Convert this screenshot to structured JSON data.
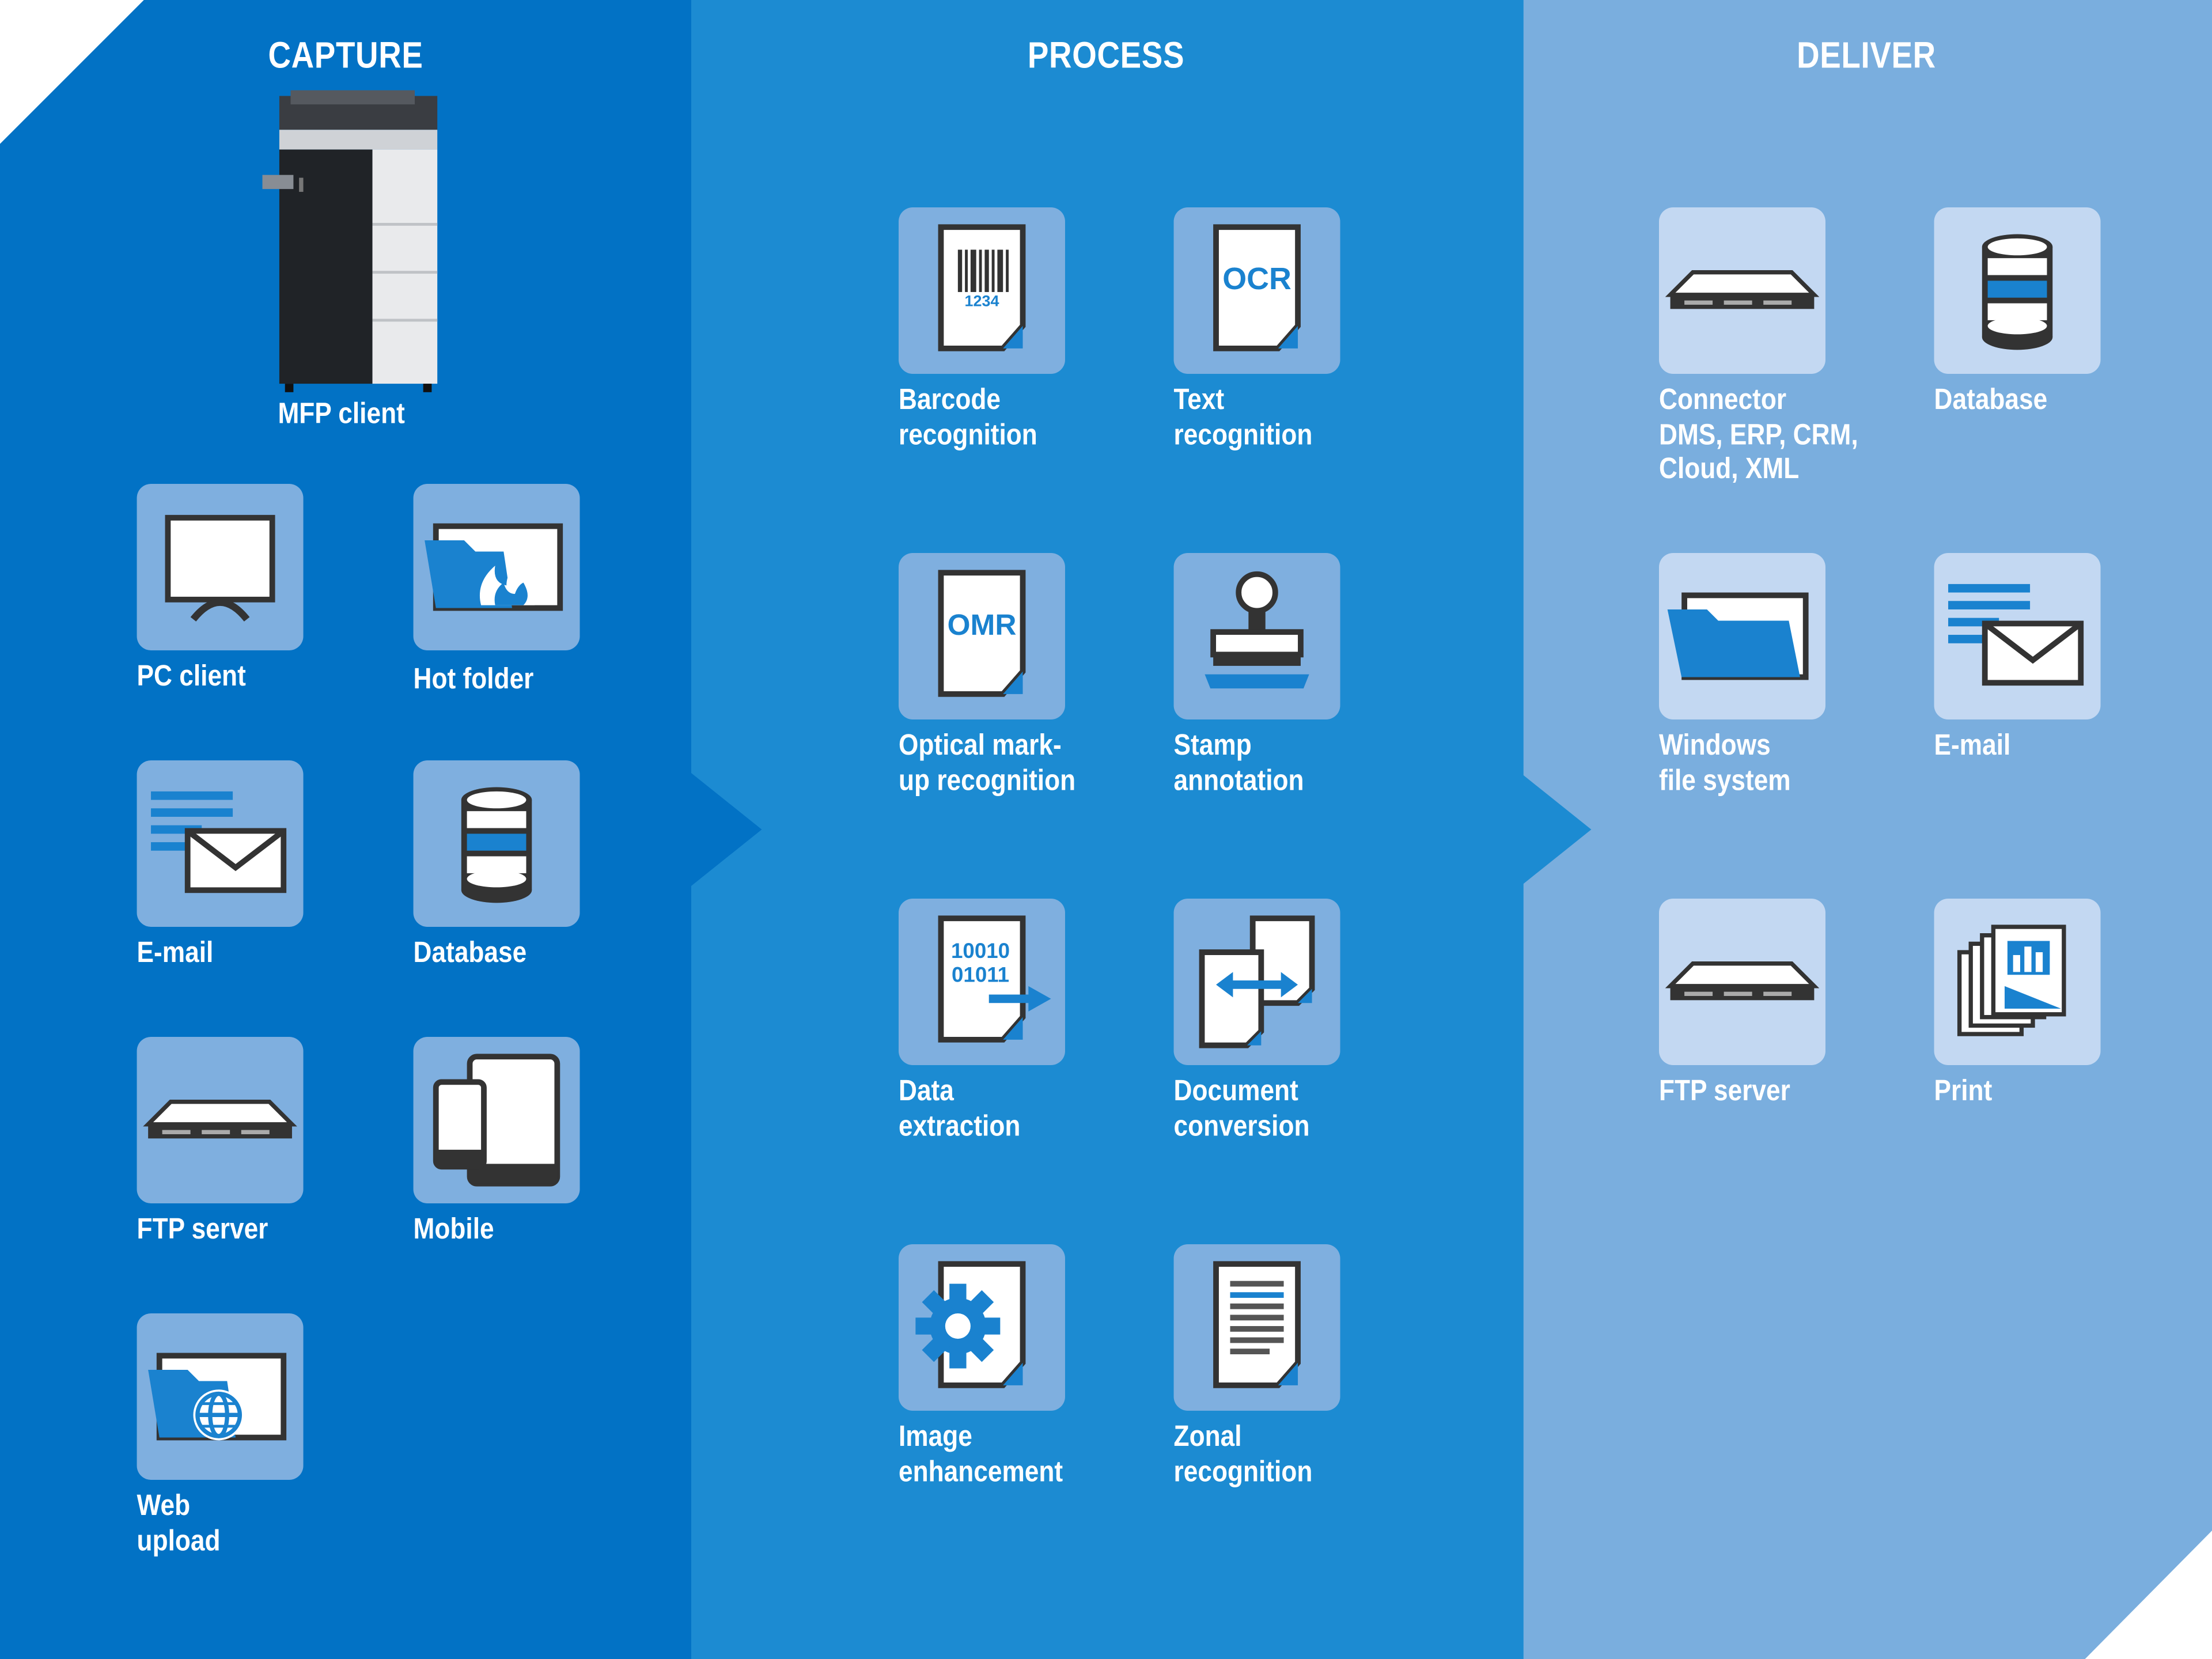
{
  "columns": {
    "capture": {
      "title": "CAPTURE",
      "mfp_label": "MFP client",
      "items": [
        {
          "label": "PC client"
        },
        {
          "label": "Hot folder"
        },
        {
          "label": "E-mail"
        },
        {
          "label": "Database"
        },
        {
          "label": "FTP server"
        },
        {
          "label": "Mobile"
        },
        {
          "label": "Web",
          "label2": "upload"
        }
      ]
    },
    "process": {
      "title": "PROCESS",
      "items": [
        {
          "label": "Barcode",
          "label2": "recognition",
          "icon_text": "1234"
        },
        {
          "label": "Text",
          "label2": "recognition",
          "icon_text": "OCR"
        },
        {
          "label": "Optical mark-",
          "label2": "up recognition",
          "icon_text": "OMR"
        },
        {
          "label": "Stamp",
          "label2": "annotation"
        },
        {
          "label": "Data",
          "label2": "extraction",
          "icon_text": "10010",
          "icon_text2": "01011"
        },
        {
          "label": "Document",
          "label2": "conversion"
        },
        {
          "label": "Image",
          "label2": "enhancement"
        },
        {
          "label": "Zonal",
          "label2": "recognition"
        }
      ]
    },
    "deliver": {
      "title": "DELIVER",
      "items": [
        {
          "label": "Connector",
          "label2": "DMS, ERP, CRM,",
          "label3": "Cloud, XML"
        },
        {
          "label": "Database"
        },
        {
          "label": "Windows",
          "label2": "file system"
        },
        {
          "label": "E-mail"
        },
        {
          "label": "FTP server"
        },
        {
          "label": "Print"
        }
      ]
    }
  },
  "colors": {
    "capture_bg": "#0272c5",
    "process_bg": "#1c8bd2",
    "deliver_bg": "#7aaede",
    "icon_blue": "#1a82cf"
  }
}
